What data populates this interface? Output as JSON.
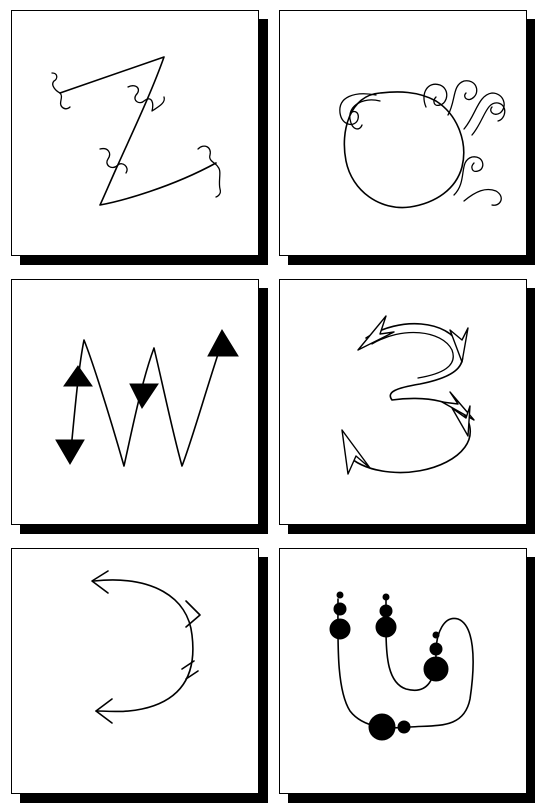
{
  "panels": [
    {
      "id": "z-curl-ends"
    },
    {
      "id": "circle-curl-flourishes"
    },
    {
      "id": "w-filled-arrowheads"
    },
    {
      "id": "three-hollow-arrowheads"
    },
    {
      "id": "arc-line-arrowheads"
    },
    {
      "id": "u-path-dot-markers"
    }
  ],
  "colors": {
    "ink": "#000000",
    "paper": "#ffffff",
    "shadow": "#000000"
  }
}
